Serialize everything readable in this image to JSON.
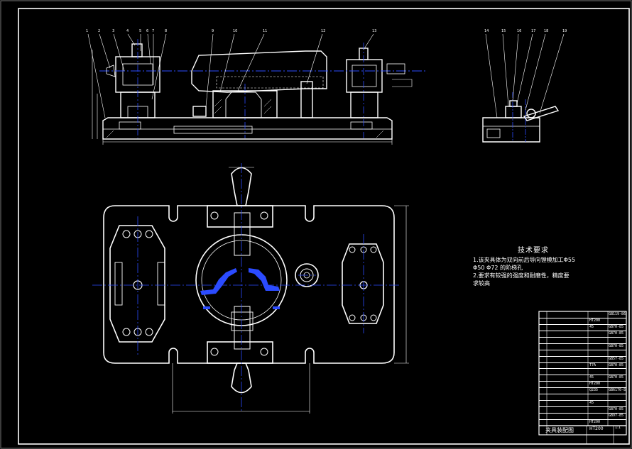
{
  "balloons_front": [
    "1",
    "2",
    "3",
    "4",
    "5",
    "6",
    "7",
    "8",
    "9",
    "10",
    "11",
    "12",
    "13"
  ],
  "balloons_side": [
    "14",
    "15",
    "16",
    "17",
    "18",
    "19"
  ],
  "tech_requirements": {
    "title": "技术要求",
    "lines": [
      "1.该夹具体为双向前后导向镗模加工Φ55",
      "Φ50 Φ72 的阶梯孔",
      "2.要求有较强的强度和耐磨性，精度要",
      "求较高"
    ]
  },
  "bom": {
    "rows": [
      {
        "material": "",
        "std": "GB119-86"
      },
      {
        "material": "HT200",
        "std": ""
      },
      {
        "material": "45",
        "std": "GB70-85"
      },
      {
        "material": "",
        "std": "GB70-85"
      },
      {
        "material": "",
        "std": ""
      },
      {
        "material": "",
        "std": "GB70-85"
      },
      {
        "material": "",
        "std": ""
      },
      {
        "material": "",
        "std": "GB57-85"
      },
      {
        "material": "T7A",
        "std": "GB70-85"
      },
      {
        "material": "",
        "std": ""
      },
      {
        "material": "45",
        "std": "GB70-85"
      },
      {
        "material": "HT200",
        "std": ""
      },
      {
        "material": "Q235",
        "std": "GB6170-86"
      },
      {
        "material": "",
        "std": ""
      },
      {
        "material": "45",
        "std": ""
      },
      {
        "material": "",
        "std": "GB70-85"
      },
      {
        "material": "",
        "std": "GB97-85"
      },
      {
        "material": "HT200",
        "std": ""
      }
    ]
  },
  "title_block": {
    "name": "夹具装配图",
    "material": "HT200",
    "scale": "1:1"
  }
}
